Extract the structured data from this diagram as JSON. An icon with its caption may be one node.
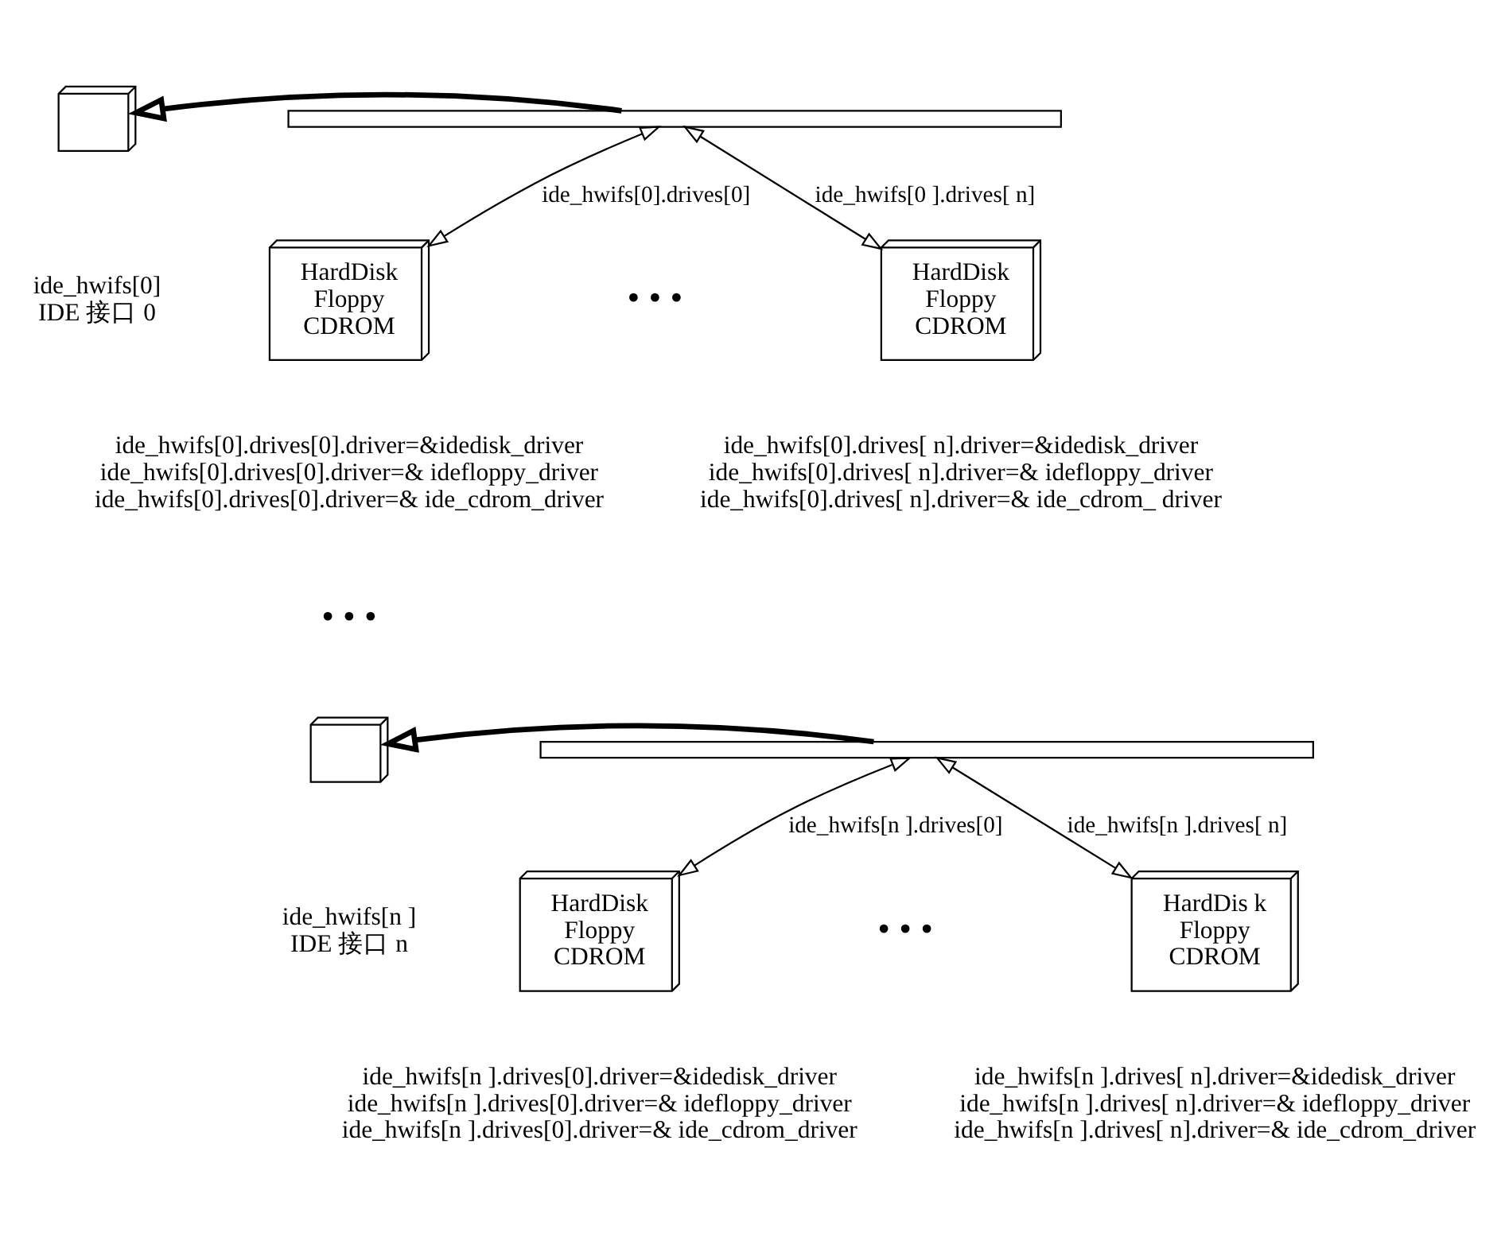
{
  "diagram": {
    "nodes": [
      {
        "text": [],
        "shape": "box",
        "beside": [
          "ide_hwifs[0]",
          "IDE 接口 0"
        ]
      },
      {
        "text": [],
        "shape": "bar"
      },
      {
        "text": [
          "HardDisk",
          "Floppy",
          "CDROM"
        ],
        "beside": [
          "ide_hwifs[0].drives[0].driver=&idedisk_driver",
          "ide_hwifs[0].drives[0].driver=& idefloppy_driver",
          "ide_hwifs[0].drives[0].driver=& ide_cdrom_driver"
        ]
      },
      {
        "text": [
          "HardDisk",
          "Floppy",
          "CDROM"
        ],
        "beside": [
          "ide_hwifs[0].drives[ n].driver=&idedisk_driver",
          "ide_hwifs[0].drives[ n].driver=& idefloppy_driver",
          "ide_hwifs[0].drives[ n].driver=& ide_cdrom_ driver"
        ]
      },
      {
        "text": [],
        "shape": "box",
        "beside": [
          "ide_hwifs[n ]",
          "IDE 接口 n"
        ]
      },
      {
        "text": [],
        "shape": "bar"
      },
      {
        "text": [
          "HardDisk",
          "Floppy",
          "CDROM"
        ],
        "beside": [
          "ide_hwifs[n ].drives[0].driver=&idedisk_driver",
          "ide_hwifs[n ].drives[0].driver=& idefloppy_driver",
          "ide_hwifs[n ].drives[0].driver=& ide_cdrom_driver"
        ]
      },
      {
        "text": [
          "HardDis k",
          "Floppy",
          "CDROM"
        ],
        "beside": [
          "ide_hwifs[n ].drives[ n].driver=&idedisk_driver",
          "ide_hwifs[n ].drives[ n].driver=& idefloppy_driver",
          "ide_hwifs[n ].drives[ n].driver=& ide_cdrom_driver"
        ]
      }
    ],
    "edges": [
      {
        "from": 1,
        "to": 0,
        "arrow": "to",
        "style": "thick"
      },
      {
        "from": 1,
        "to": 2,
        "arrow": "both",
        "label": "ide_hwifs[0].drives[0]"
      },
      {
        "from": 1,
        "to": 3,
        "arrow": "both",
        "label": "ide_hwifs[0 ].drives[ n]"
      },
      {
        "from": 5,
        "to": 4,
        "arrow": "to",
        "style": "thick"
      },
      {
        "from": 5,
        "to": 6,
        "arrow": "both",
        "label": "ide_hwifs[n ].drives[0]"
      },
      {
        "from": 5,
        "to": 7,
        "arrow": "both",
        "label": "ide_hwifs[n ].drives[ n]"
      }
    ],
    "labels": [
      "• • •",
      "• • •",
      "• • •"
    ]
  }
}
